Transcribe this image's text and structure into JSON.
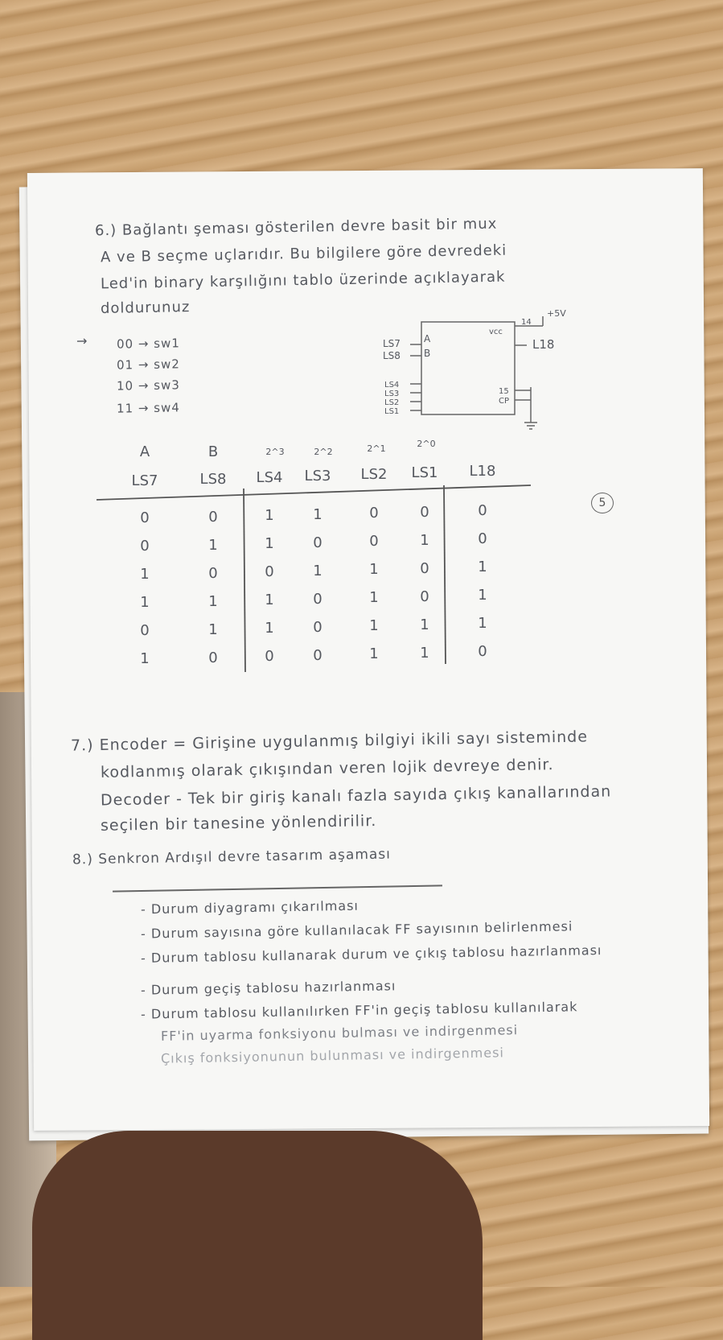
{
  "q6": {
    "lines": [
      "6.) Bağlantı şeması gösterilen devre basit bir mux",
      "A ve B seçme uçlarıdır. Bu bilgilere göre devredeki",
      "Led'in binary karşılığını tablo üzerinde açıklayarak",
      "doldurunuz"
    ],
    "mapping": [
      "00 → sw1",
      "01 → sw2",
      "10 → sw3",
      "11 → sw4"
    ],
    "arrow": "→"
  },
  "circuit": {
    "inputs_ab": [
      "LS7",
      "LS8"
    ],
    "pin_ab": [
      "A",
      "B"
    ],
    "data_inputs": [
      "LS4",
      "LS3",
      "LS2",
      "LS1"
    ],
    "vcc": "vcc",
    "pin14": "14",
    "supply": "+5V",
    "output": "L18",
    "pins_bottom": [
      "15",
      "CP"
    ]
  },
  "truth_table": {
    "top_labels": [
      "A",
      "B"
    ],
    "weights": [
      "2^3",
      "2^2",
      "2^1",
      "2^0"
    ],
    "columns": [
      "LS7",
      "LS8",
      "LS4",
      "LS3",
      "LS2",
      "LS1",
      "L18"
    ],
    "rows": [
      [
        "0",
        "0",
        "1",
        "1",
        "0",
        "0",
        "0"
      ],
      [
        "0",
        "1",
        "1",
        "0",
        "0",
        "1",
        "0"
      ],
      [
        "1",
        "0",
        "0",
        "1",
        "1",
        "0",
        "1"
      ],
      [
        "1",
        "1",
        "1",
        "0",
        "1",
        "0",
        "1"
      ],
      [
        "0",
        "1",
        "1",
        "0",
        "1",
        "1",
        "1"
      ],
      [
        "1",
        "0",
        "0",
        "0",
        "1",
        "1",
        "0"
      ]
    ],
    "grade": "5"
  },
  "q7": {
    "lines": [
      "7.) Encoder = Girişine uygulanmış bilgiyi ikili sayı sisteminde",
      "kodlanmış olarak çıkışından veren lojik devreye denir.",
      "Decoder - Tek bir giriş kanalı fazla sayıda çıkış kanallarından",
      "seçilen bir tanesine yönlendirilir."
    ]
  },
  "q8": {
    "title": "8.) Senkron Ardışıl devre tasarım aşaması",
    "steps": [
      "- Durum diyagramı çıkarılması",
      "- Durum sayısına göre kullanılacak FF sayısının belirlenmesi",
      "- Durum tablosu kullanarak durum ve çıkış tablosu hazırlanması",
      "- Durum geçiş tablosu hazırlanması",
      "- Durum tablosu kullanılırken FF'in geçiş tablosu kullanılarak",
      "FF'in uyarma fonksiyonu bulması ve indirgenmesi",
      "Çıkış fonksiyonunun bulunması ve indirgenmesi"
    ]
  }
}
